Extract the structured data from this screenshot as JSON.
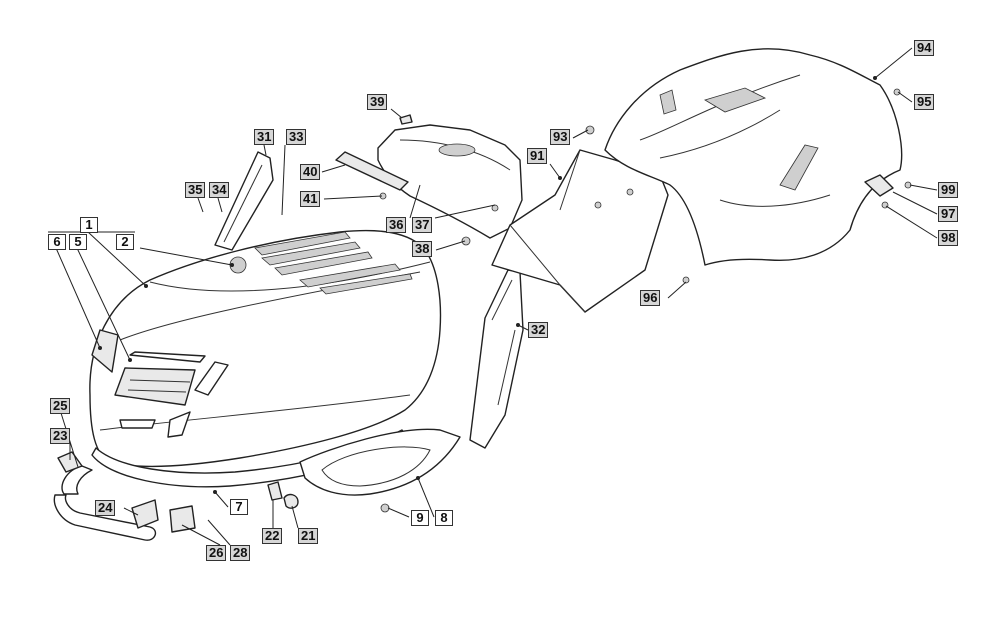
{
  "diagram": {
    "callouts": {
      "c1": "1",
      "c2": "2",
      "c5": "5",
      "c6": "6",
      "c7": "7",
      "c8": "8",
      "c9": "9",
      "c21": "21",
      "c22": "22",
      "c23": "23",
      "c24": "24",
      "c25": "25",
      "c26": "26",
      "c28": "28",
      "c31": "31",
      "c32": "32",
      "c33": "33",
      "c34": "34",
      "c35": "35",
      "c36": "36",
      "c37": "37",
      "c38": "38",
      "c39": "39",
      "c40": "40",
      "c41": "41",
      "c91": "91",
      "c93": "93",
      "c94": "94",
      "c95": "95",
      "c96": "96",
      "c97": "97",
      "c98": "98",
      "c99": "99"
    },
    "colors": {
      "label_fill": "#d6d6d6",
      "line": "#222222"
    }
  }
}
